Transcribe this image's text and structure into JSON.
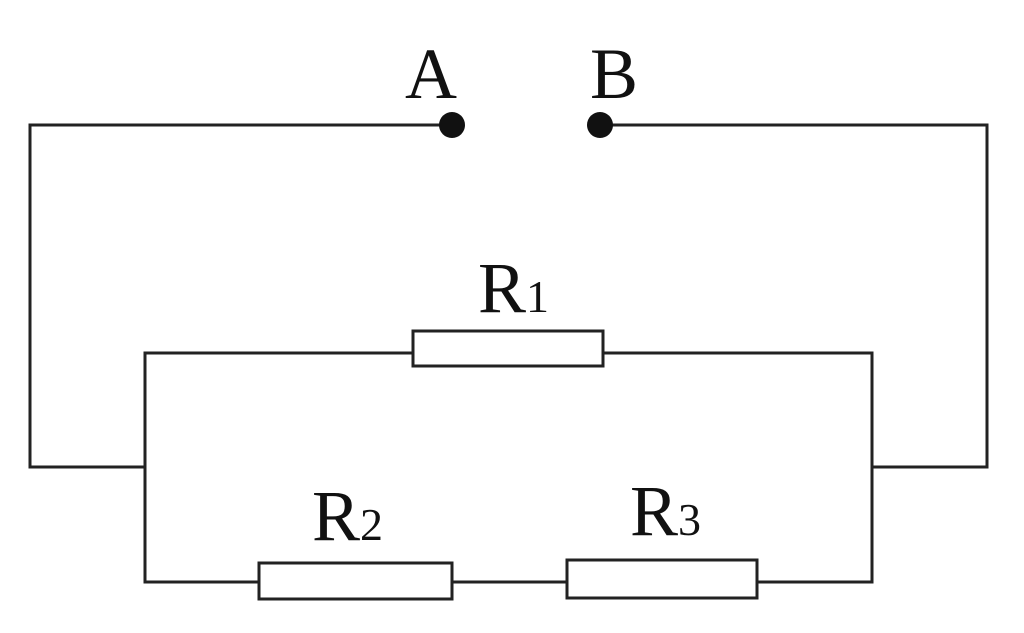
{
  "diagram": {
    "terminals": {
      "a": {
        "label": "A"
      },
      "b": {
        "label": "B"
      }
    },
    "resistors": [
      {
        "letter": "R",
        "subscript": "1"
      },
      {
        "letter": "R",
        "subscript": "2"
      },
      {
        "letter": "R",
        "subscript": "3"
      }
    ],
    "colors": {
      "line": "#222222",
      "background": "#ffffff"
    }
  }
}
